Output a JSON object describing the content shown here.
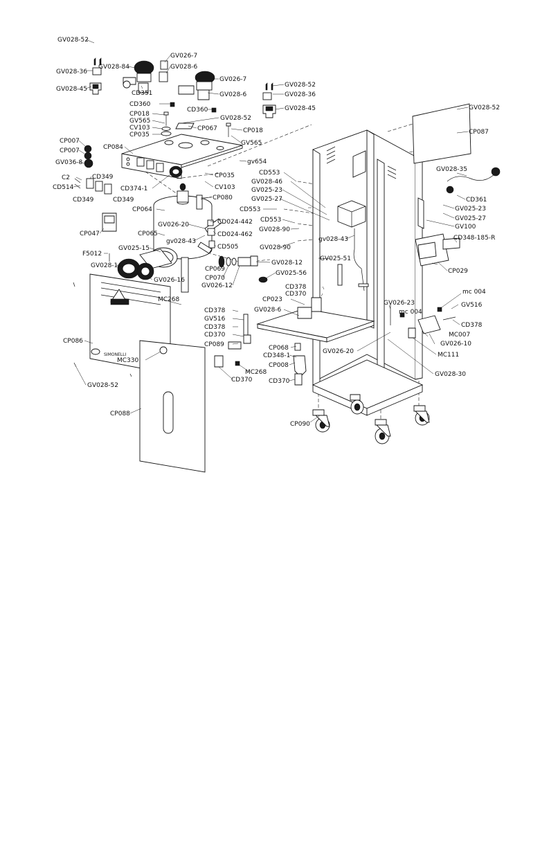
{
  "colors": {
    "ink": "#111111",
    "paper": "#ffffff",
    "shade": "#d8d8d8"
  },
  "panel_text": {
    "logo": "SIMONELLI"
  },
  "labels": {
    "l01": "GV028-52",
    "l02": "GV028-36",
    "l03": "GV028-45",
    "l04": "GV028-84",
    "l05": "GV026-7",
    "l06": "GV028-6",
    "l07": "GV026-7",
    "l08": "GV028-6",
    "l09": "CD351",
    "l10": "CD360",
    "l11": "CP018",
    "l12": "GV565",
    "l13": "CV103",
    "l14": "CP035",
    "l15": "CP067",
    "l16": "CD360",
    "l17": "GV028-52",
    "l18": "CP018",
    "l19": "GV565",
    "l20": "GV028-52",
    "l21": "GV028-36",
    "l22": "GV028-45",
    "l23": "GV028-52",
    "l24": "CP087",
    "l25": "CP007",
    "l26": "CP007",
    "l27": "GV036-8",
    "l28": "CP084",
    "l29": "gv654",
    "l30": "C2",
    "l31": "CD514",
    "l32": "CD349",
    "l33": "CD349",
    "l34": "CD349",
    "l35": "CD374-1",
    "l36": "CP035",
    "l37": "CV103",
    "l38": "CD553",
    "l39": "GV028-46",
    "l40": "GV025-23",
    "l41": "GV025-27",
    "l42": "CD553",
    "l43": "CD553",
    "l44": "GV028-90",
    "l45": "gv028-43",
    "l46": "GV028-35",
    "l47": "CD361",
    "l48": "GV025-23",
    "l49": "GV025-27",
    "l50": "GV100",
    "l51": "CD348-185-R",
    "l52": "CP080",
    "l53": "CP064",
    "l54": "CP047",
    "l55": "CP065",
    "l56": "GV026-20",
    "l57": "gv028-43",
    "l58": "CD024-442",
    "l59": "CD024-462",
    "l60": "CD505",
    "l61": "GV025-15",
    "l62": "F5012",
    "l63": "GV028-1",
    "l64": "GV026-16",
    "l65": "CP069",
    "l66": "CP070",
    "l67": "GV026-12",
    "l68": "GV028-12",
    "l69": "GV025-56",
    "l70": "GV028-90",
    "l71": "GV025-51",
    "l72": "CP029",
    "l73": "MC268",
    "l74": "CD378",
    "l75": "CD370",
    "l76": "CP023",
    "l77": "GV028-6",
    "l78": "CD378",
    "l79": "GV516",
    "l80": "CD378",
    "l81": "CD370",
    "l82": "CP089",
    "l83": "CP086",
    "l84": "MC330",
    "l85": "GV028-52",
    "l86": "CD370",
    "l87": "MC268",
    "l88": "CP068",
    "l89": "CD348-1",
    "l90": "CP008",
    "l91": "CD370",
    "l92": "CP088",
    "l93": "CP090",
    "l94": "GV026-23",
    "l95": "mc 004",
    "l96": "mc 004",
    "l97": "GV516",
    "l98": "CD378",
    "l99": "MC007",
    "l100": "GV026-10",
    "l101": "MC111",
    "l102": "GV026-20",
    "l103": "GV028-30"
  }
}
